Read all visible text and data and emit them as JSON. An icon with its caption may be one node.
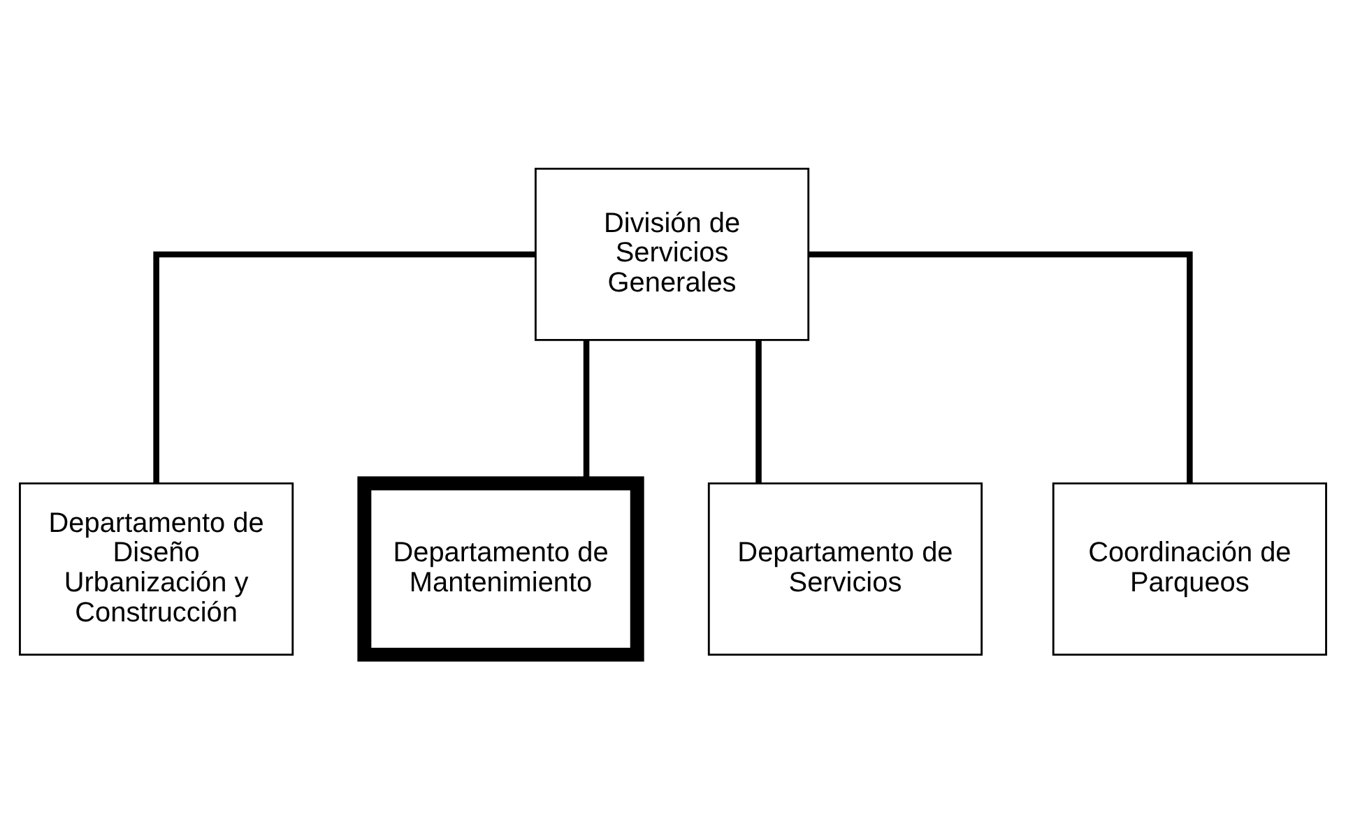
{
  "diagram": {
    "nodes": [
      {
        "text": [
          "División de Servicios Generales"
        ]
      },
      {
        "text": [
          "Departamento de Diseño Urbanización y Construcción"
        ]
      },
      {
        "text": [
          "Departamento de Mantenimiento"
        ]
      },
      {
        "text": [
          "Departamento de Servicios"
        ]
      },
      {
        "text": [
          "Coordinación de Parqueos"
        ]
      }
    ],
    "edges": [
      {
        "from": 0,
        "to": 1,
        "arrow": "none"
      },
      {
        "from": 0,
        "to": 2,
        "arrow": "none"
      },
      {
        "from": 0,
        "to": 3,
        "arrow": "none"
      },
      {
        "from": 0,
        "to": 4,
        "arrow": "none"
      }
    ]
  }
}
